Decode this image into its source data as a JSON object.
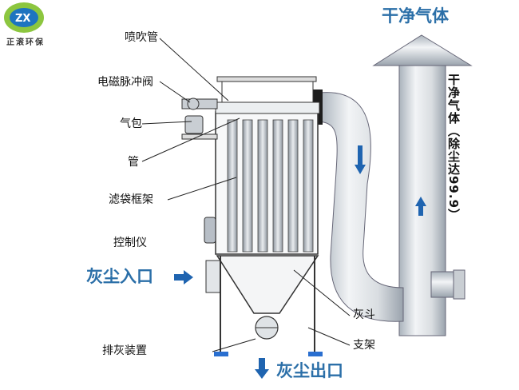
{
  "logo": {
    "mark": "ZX",
    "name": "正滚环保"
  },
  "labels": {
    "spray_pipe": "喷吹管",
    "pulse_valve": "电磁脉冲阀",
    "air_bag": "气包",
    "pipe": "管",
    "bag_frame": "滤袋框架",
    "controller": "控制仪",
    "discharge": "排灰装置",
    "hopper": "灰斗",
    "support": "支架"
  },
  "flow": {
    "clean_air": "干净气体",
    "dust_inlet": "灰尘入口",
    "dust_outlet": "灰尘出口",
    "clean_air_vertical": "干净气体（除尘达99.9）"
  },
  "colors": {
    "accent_blue": "#2b6fa8",
    "arrow_blue": "#1f64b0",
    "logo_green": "#8cc63f",
    "logo_blue": "#1d74c0",
    "metal_light": "#e6e9ec",
    "metal_dark": "#9aa3ad",
    "leg_blue": "#2a6fd0"
  },
  "icons": {
    "inlet_arrow": "arrow-right-icon",
    "outlet_arrow": "arrow-down-icon",
    "duct_down": "arrow-down-icon",
    "duct_up": "arrow-up-icon"
  }
}
